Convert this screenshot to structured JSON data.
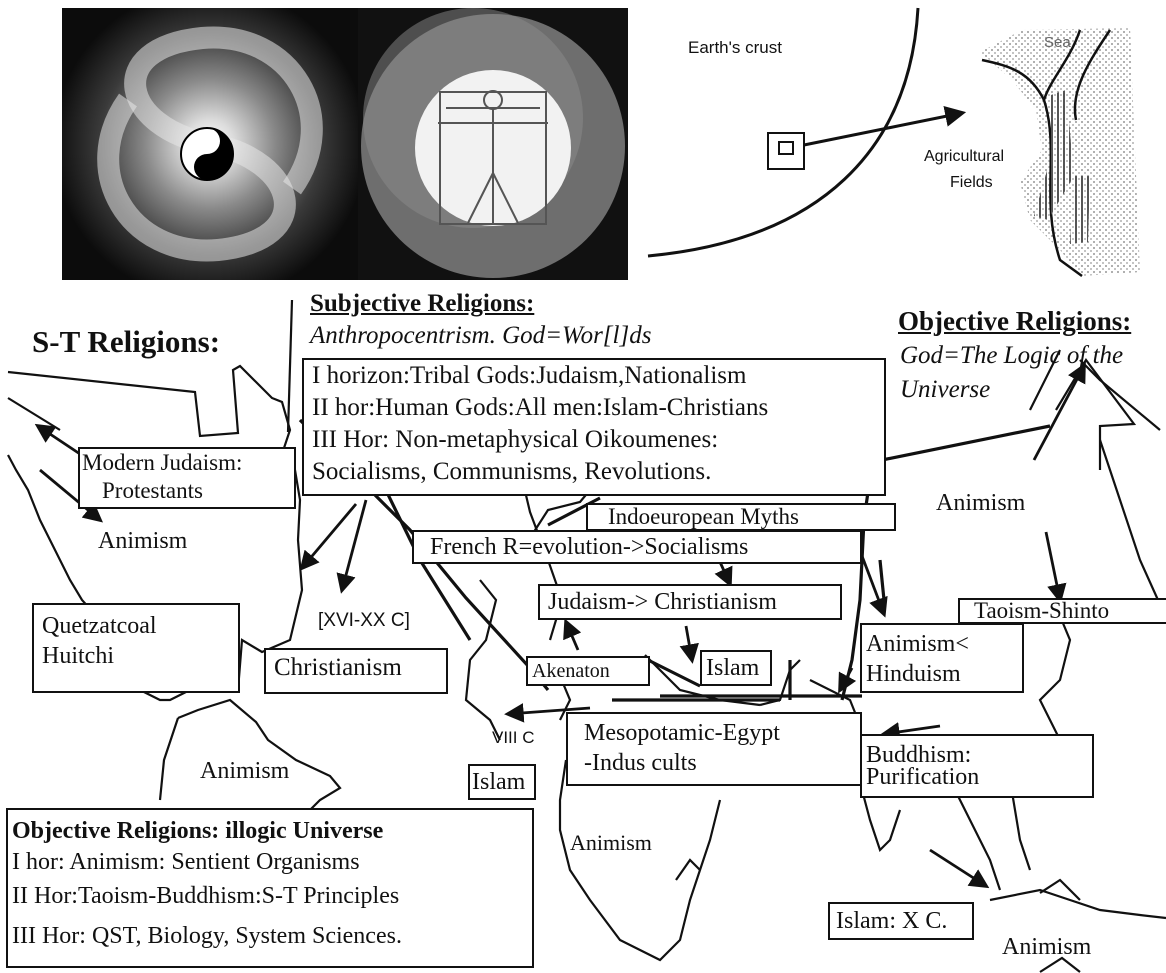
{
  "top_right": {
    "earth_crust": "Earth's crust",
    "agricultural": "Agricultural",
    "fields": "Fields",
    "sea": "Sea"
  },
  "headings": {
    "st_religions": "S-T Religions:",
    "subjective_title": "Subjective Religions:",
    "subjective_sub": "Anthropocentrism. God=Wor[l]ds",
    "objective_title": "Objective Religions:",
    "objective_line1": "God=The Logic of the",
    "objective_line2": "Universe"
  },
  "subjective_box": [
    "I horizon:Tribal Gods:Judaism,Nationalism",
    "II hor:Human Gods:All men:Islam-Christians",
    "III Hor: Non-metaphysical Oikoumenes:",
    "Socialisms, Communisms, Revolutions."
  ],
  "labels": {
    "modern_judaism_1": "Modern Judaism:",
    "modern_judaism_2": "Protestants",
    "animism_nw": "Animism",
    "indoeuropean": "Indoeuropean Myths",
    "french": "French R=evolution->Socialisms",
    "animism_ne": "Animism",
    "quetzatcoal_1": "Quetzatcoal",
    "quetzatcoal_2": "Huitchi",
    "xvi_xx": "[XVI-XX C]",
    "christianism": "Christianism",
    "judaism_christianism": "Judaism-> Christianism",
    "taoism_shinto": "Taoism-Shinto",
    "akenaton": "Akenaton",
    "islam_center": "Islam",
    "animism_hinduism_1": "Animism<",
    "animism_hinduism_2": "Hinduism",
    "viii_c": "VIII C",
    "mesopotamic_1": "Mesopotamic-Egypt",
    "mesopotamic_2": "-Indus cults",
    "buddhism_1": "Buddhism:",
    "buddhism_2": "Purification",
    "animism_sa": "Animism",
    "islam_africa": "Islam",
    "animism_africa": "Animism",
    "islam_xc": "Islam: X C.",
    "animism_se": "Animism"
  },
  "objective_illogic": {
    "title": "Objective Religions: illogic Universe",
    "lines": [
      "I hor: Animism: Sentient Organisms",
      "II Hor:Taoism-Buddhism:S-T Principles",
      "III Hor: QST, Biology, System Sciences."
    ]
  }
}
